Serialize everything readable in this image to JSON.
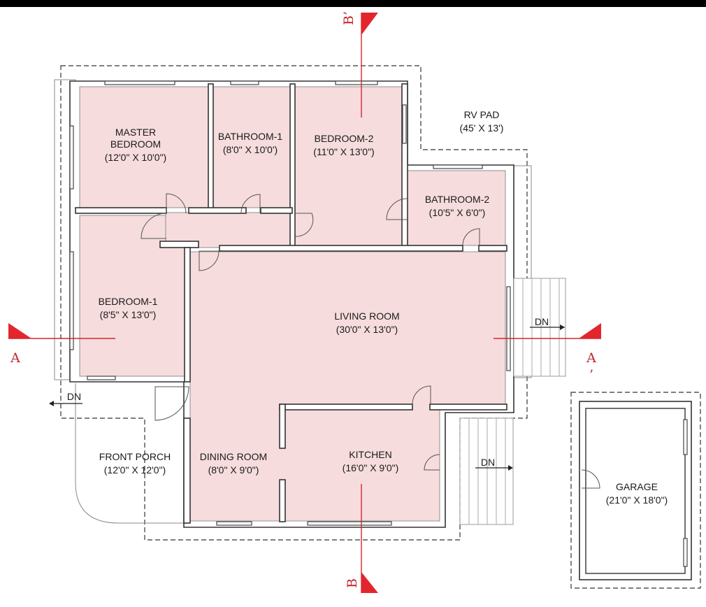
{
  "rooms": {
    "master_bedroom": {
      "name_line1": "MASTER",
      "name_line2": "BEDROOM",
      "size": "(12'0\" X 10'0\")"
    },
    "bathroom_1": {
      "name": "BATHROOM-1",
      "size": "(8'0\" X 10'0')"
    },
    "bedroom_2": {
      "name": "BEDROOM-2",
      "size": "(11'0\" X 13'0\")"
    },
    "bathroom_2": {
      "name": "BATHROOM-2",
      "size": "(10'5\" X 6'0\")"
    },
    "bedroom_1": {
      "name": "BEDROOM-1",
      "size": "(8'5\" X 13'0\")"
    },
    "living_room": {
      "name": "LIVING ROOM",
      "size": "(30'0\" X 13'0\")"
    },
    "dining_room": {
      "name": "DINING ROOM",
      "size": "(8'0\" X 9'0\")"
    },
    "kitchen": {
      "name": "KITCHEN",
      "size": "(16'0\" X 9'0\")"
    },
    "front_porch": {
      "name": "FRONT PORCH",
      "size": "(12'0\" X 12'0\")"
    },
    "rv_pad": {
      "name": "RV PAD",
      "size": "(45' X 13')"
    },
    "garage": {
      "name": "GARAGE",
      "size": "(21'0\" X 18'0\")"
    }
  },
  "stairs": {
    "east_label": "DN",
    "southeast_label": "DN",
    "porch_label": "DN"
  },
  "sections": {
    "a_left": "A",
    "a_right": "A",
    "a_right_mark": "’",
    "b_top": "B’",
    "b_bottom": "B"
  },
  "colors": {
    "room_fill": "#f6dcdd",
    "section_red": "#d4262c",
    "wall": "#333333"
  }
}
